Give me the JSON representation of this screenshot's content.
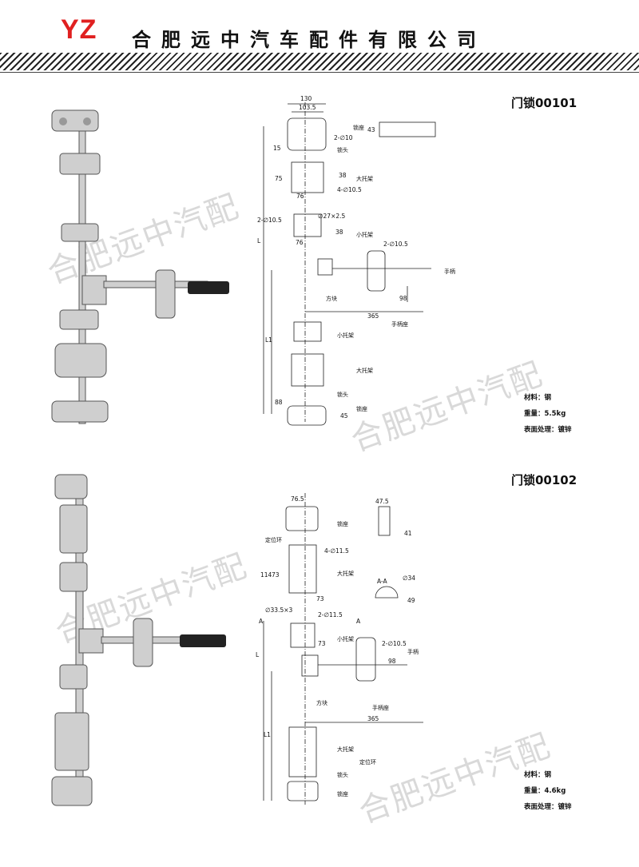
{
  "header": {
    "logo": "YZ",
    "company": "合肥远中汽车配件有限公司"
  },
  "watermark": "合肥远中汽配",
  "products": [
    {
      "title": "门锁00101",
      "specs": [
        "材料：钢",
        "重量：5.5kg",
        "表面处理：镀锌"
      ],
      "dims": {
        "d130": "130",
        "d103": "103.5",
        "d43": "43",
        "d15": "15",
        "d75": "75",
        "d38a": "38",
        "d76a": "76",
        "hole4": "4-∅10.5",
        "hole2a": "2-∅10",
        "tube": "∅27×2.5",
        "hole2b": "2-∅10.5",
        "d76b": "76",
        "d38b": "38",
        "hole2c": "2-∅10.5",
        "d98": "98",
        "d365": "365",
        "d88": "88",
        "d45": "45",
        "L": "L",
        "L1": "L1"
      },
      "labels": {
        "suozuo1": "锁座",
        "suotou1": "锁头",
        "datuojia1": "大托架",
        "xiaotuojia1": "小托架",
        "shoubing": "手柄",
        "fangkuai": "方块",
        "shoubingzuo": "手柄座",
        "xiaotuojia2": "小托架",
        "datuojia2": "大托架",
        "suotou2": "锁头",
        "suozuo2": "锁座"
      }
    },
    {
      "title": "门锁00102",
      "specs": [
        "材料：钢",
        "重量：4.6kg",
        "表面处理：镀锌"
      ],
      "dims": {
        "d765": "76.5",
        "d475": "47.5",
        "d41": "41",
        "hole4": "4-∅11.5",
        "d114": "114",
        "d73a": "73",
        "d73b": "73",
        "AA": "A-A",
        "phi34": "∅34",
        "d49": "49",
        "tube": "∅33.5×3",
        "hole2a": "2-∅11.5",
        "A1": "A",
        "A2": "A",
        "d73c": "73",
        "hole2b": "2-∅10.5",
        "d98": "98",
        "d365": "365",
        "L": "L",
        "L1": "L1"
      },
      "labels": {
        "suozuo1": "锁座",
        "dingweihuan1": "定位环",
        "datuojia1": "大托架",
        "xiaotuojia": "小托架",
        "shoubing": "手柄",
        "fangkuai": "方块",
        "shoubingzuo": "手柄座",
        "datuojia2": "大托架",
        "dingweihuan2": "定位环",
        "suotou": "锁头",
        "suozuo2": "锁座"
      }
    }
  ]
}
